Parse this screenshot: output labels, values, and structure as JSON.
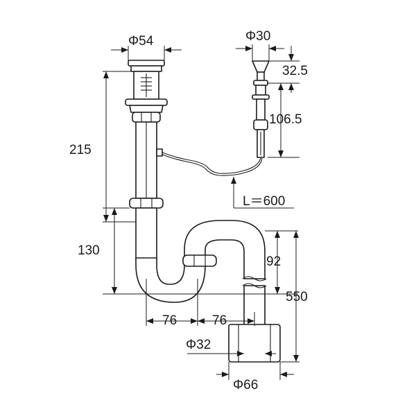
{
  "dimensions": {
    "dia_54": "Φ54",
    "dia_30": "Φ30",
    "h_32_5": "32.5",
    "h_106_5": "106.5",
    "h_215": "215",
    "cable_length": "L＝600",
    "h_130": "130",
    "h_92": "92",
    "h_550": "550",
    "w_76_left": "76",
    "w_76_right": "76",
    "dia_32": "Φ32",
    "dia_66": "Φ66"
  }
}
